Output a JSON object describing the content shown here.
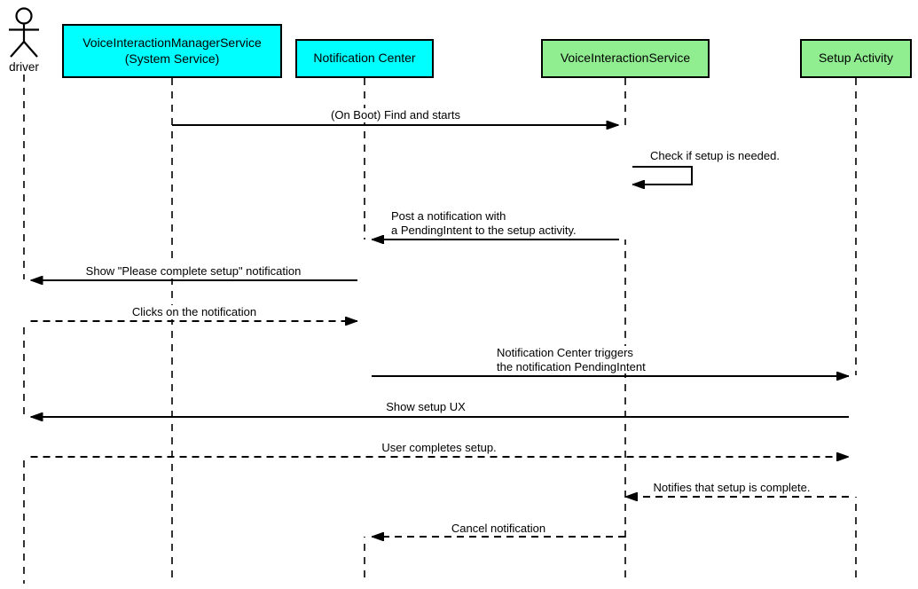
{
  "diagram_type": "uml-sequence",
  "colors": {
    "system_box_fill": "#00FFFF",
    "service_box_fill": "#90EE90",
    "stroke": "#000000",
    "background": "#FFFFFF"
  },
  "actors": [
    {
      "label": "driver",
      "kind": "person"
    },
    {
      "label": "VoiceInteractionManagerService\n(System Service)",
      "kind": "system-service"
    },
    {
      "label": "Notification Center",
      "kind": "system-service"
    },
    {
      "label": "VoiceInteractionService",
      "kind": "service"
    },
    {
      "label": "Setup Activity",
      "kind": "activity"
    }
  ],
  "messages": [
    {
      "from": "VoiceInteractionManagerService (System Service)",
      "to": "VoiceInteractionService",
      "line": "solid",
      "text": "(On Boot) Find and starts"
    },
    {
      "from": "VoiceInteractionService",
      "to": "VoiceInteractionService",
      "line": "solid",
      "text": "Check if setup is needed."
    },
    {
      "from": "VoiceInteractionService",
      "to": "Notification Center",
      "line": "solid",
      "text": "Post a notification with\na PendingIntent to the setup activity."
    },
    {
      "from": "Notification Center",
      "to": "driver",
      "line": "solid",
      "text": "Show \"Please complete setup\" notification"
    },
    {
      "from": "driver",
      "to": "Notification Center",
      "line": "dashed",
      "text": "Clicks on the notification"
    },
    {
      "from": "Notification Center",
      "to": "Setup Activity",
      "line": "solid",
      "text": "Notification Center triggers\nthe notification PendingIntent"
    },
    {
      "from": "Setup Activity",
      "to": "driver",
      "line": "solid",
      "text": "Show setup UX"
    },
    {
      "from": "driver",
      "to": "Setup Activity",
      "line": "dashed",
      "text": "User completes setup."
    },
    {
      "from": "Setup Activity",
      "to": "VoiceInteractionService",
      "line": "dashed",
      "text": "Notifies that setup is complete."
    },
    {
      "from": "VoiceInteractionService",
      "to": "Notification Center",
      "line": "dashed",
      "text": "Cancel notification"
    }
  ]
}
